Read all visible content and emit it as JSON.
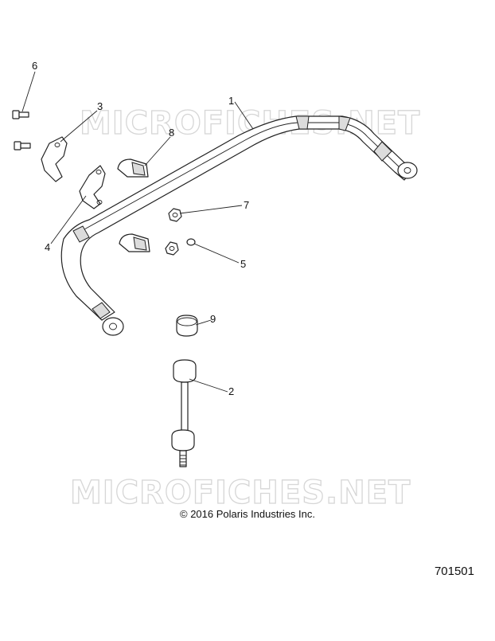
{
  "watermark": "MICROFICHES.NET",
  "copyright": "© 2016 Polaris Industries Inc.",
  "part_number": "701501",
  "callouts": [
    {
      "id": "1",
      "label": "1"
    },
    {
      "id": "2",
      "label": "2"
    },
    {
      "id": "3",
      "label": "3"
    },
    {
      "id": "4",
      "label": "4"
    },
    {
      "id": "5",
      "label": "5"
    },
    {
      "id": "6",
      "label": "6"
    },
    {
      "id": "7",
      "label": "7"
    },
    {
      "id": "8",
      "label": "8"
    },
    {
      "id": "9",
      "label": "9"
    }
  ]
}
